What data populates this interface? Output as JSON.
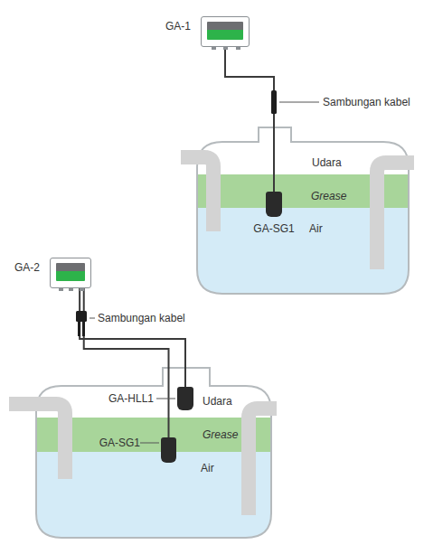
{
  "diagram": {
    "nodes": [
      {
        "text": [
          "GA-1"
        ]
      },
      {
        "text": [
          "GA-SG1"
        ]
      },
      {
        "text": [
          "GA-2"
        ]
      },
      {
        "text": [
          "GA-HLL1"
        ]
      },
      {
        "text": [
          "GA-SG1"
        ]
      }
    ],
    "edges": [
      {
        "from": 0,
        "to": 1,
        "arrow": "none"
      },
      {
        "from": 2,
        "to": 3,
        "arrow": "none"
      },
      {
        "from": 2,
        "to": 4,
        "arrow": "none"
      }
    ],
    "labels": [
      "Sambungan kabel",
      "Udara",
      "Grease",
      "Air",
      "Sambungan kabel",
      "Udara",
      "Grease",
      "Air"
    ]
  }
}
